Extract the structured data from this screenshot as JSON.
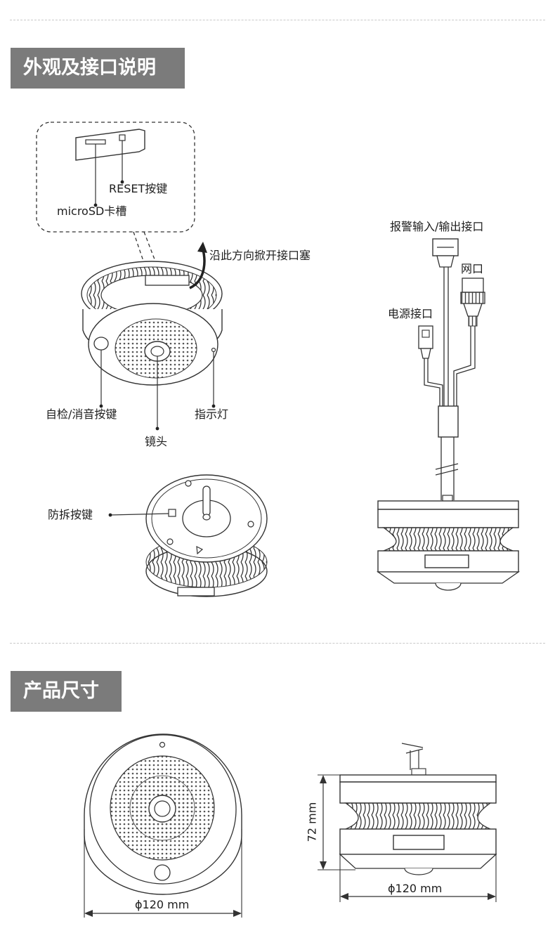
{
  "sections": [
    {
      "title": "外观及接口说明"
    },
    {
      "title": "产品尺寸"
    }
  ],
  "callouts": {
    "reset_button": "RESET按键",
    "microsd_slot": "microSD卡槽",
    "open_cover": "沿此方向掀开接口塞",
    "self_test_button": "自检/消音按键",
    "lens": "镜头",
    "indicator": "指示灯",
    "tamper_button": "防拆按键",
    "alarm_io": "报警输入/输出接口",
    "network_port": "网口",
    "power_port": "电源接口"
  },
  "dimensions": {
    "front_diameter": "ϕ120 mm",
    "side_height": "72 mm",
    "side_diameter": "ϕ120 mm"
  },
  "colors": {
    "header_bg": "#7b7b7b",
    "header_text": "#ffffff",
    "line": "#333333"
  }
}
